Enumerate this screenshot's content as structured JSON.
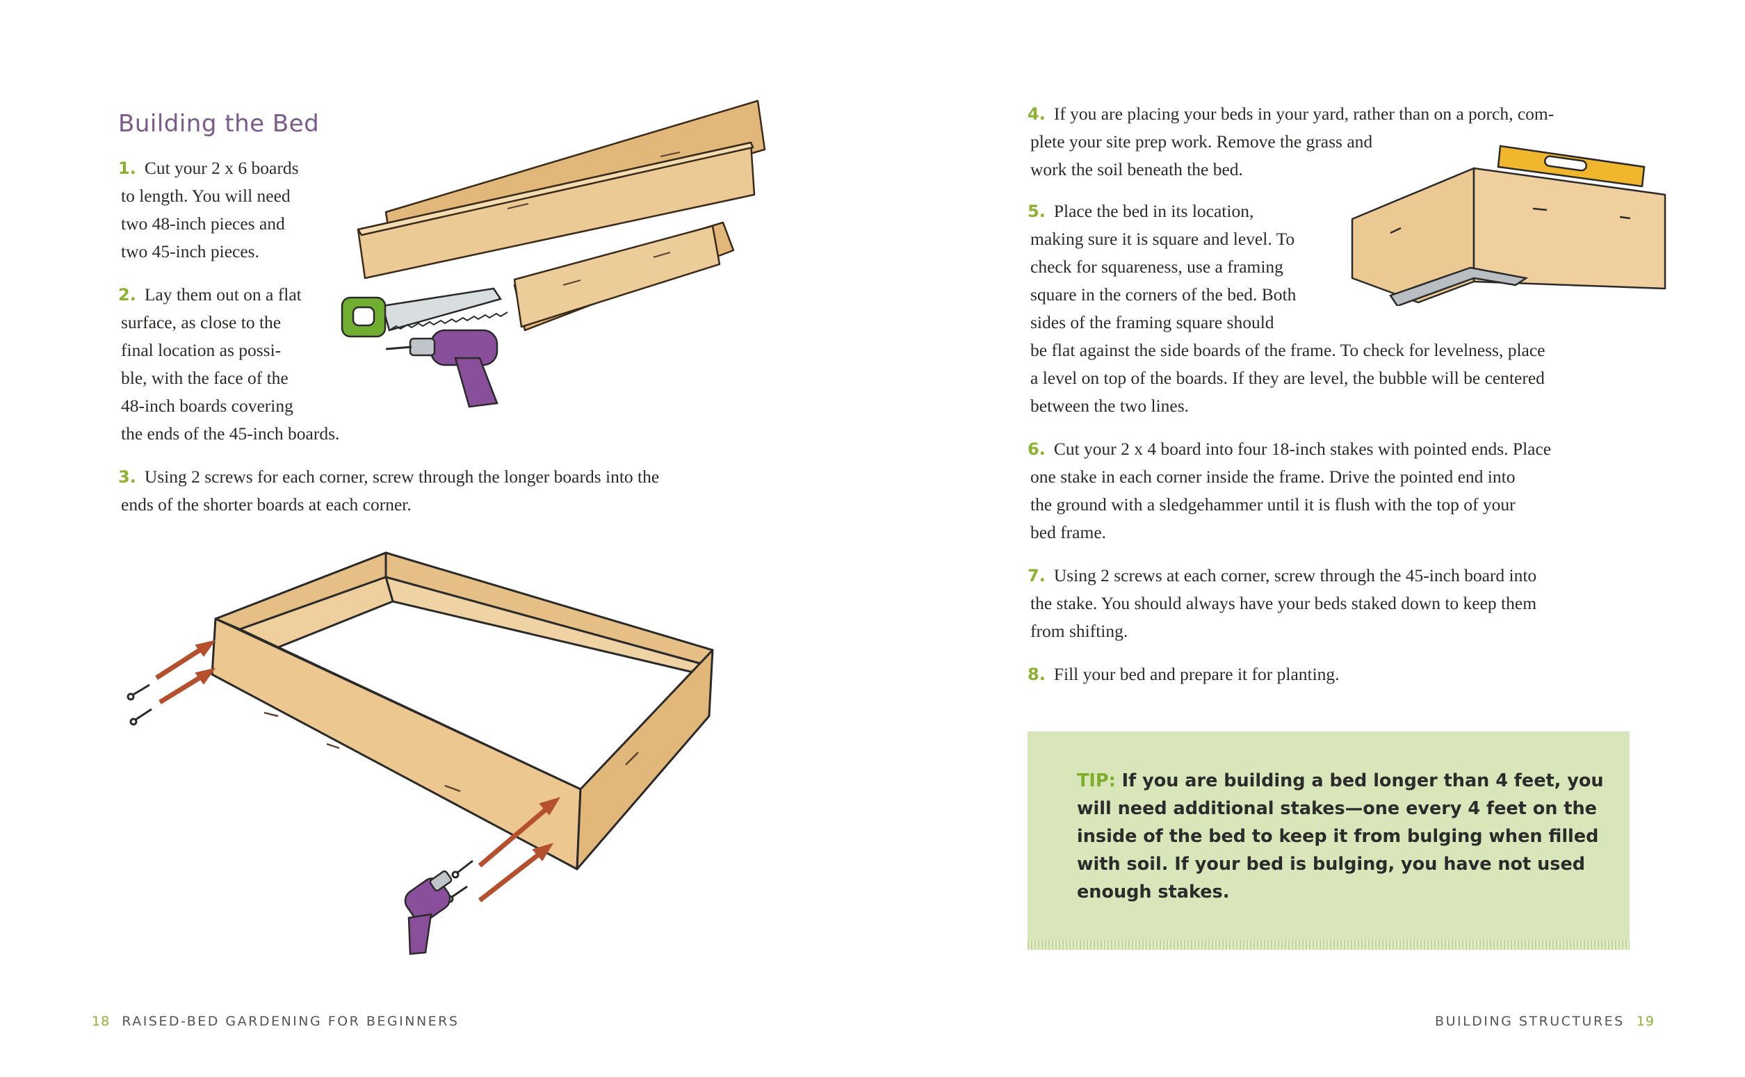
{
  "left_page": {
    "heading": "Building the Bed",
    "steps": {
      "s1": {
        "num": "1.",
        "lines": [
          "Cut your 2 x 6 boards",
          "to length. You will need",
          "two 48-inch pieces and",
          "two 45-inch pieces."
        ]
      },
      "s2": {
        "num": "2.",
        "lines": [
          "Lay them out on a flat",
          "surface, as close to the",
          "final location as possi-",
          "ble, with the face of the",
          "48-inch boards covering",
          "the ends of the 45-inch boards."
        ]
      },
      "s3": {
        "num": "3.",
        "lines": [
          "Using 2 screws for each corner, screw through the longer boards into the",
          "ends of the shorter boards at each corner."
        ]
      }
    },
    "footer": {
      "page_number": "18",
      "title": "RAISED-BED GARDENING FOR BEGINNERS"
    }
  },
  "right_page": {
    "steps": {
      "s4": {
        "num": "4.",
        "lines": [
          "If you are placing your beds in your yard, rather than on a porch, com-",
          "plete your site prep work. Remove the grass and",
          "work the soil beneath the bed."
        ]
      },
      "s5": {
        "num": "5.",
        "lines": [
          "Place the bed in its location,",
          "making sure it is square and level. To",
          "check for squareness, use a framing",
          "square in the corners of the bed. Both",
          "sides of the framing square should",
          "be flat against the side boards of the frame. To check for levelness, place",
          "a level on top of the boards. If they are level, the bubble will be centered",
          "between the two lines."
        ]
      },
      "s6": {
        "num": "6.",
        "lines": [
          "Cut your 2 x 4 board into four 18-inch stakes with pointed ends. Place",
          "one stake in each corner inside the frame. Drive the pointed end into",
          "the ground with a sledgehammer until it is flush with the top of your",
          "bed frame."
        ]
      },
      "s7": {
        "num": "7.",
        "lines": [
          "Using 2 screws at each corner, screw through the 45-inch board into",
          "the stake. You should always have your beds staked down to keep them",
          "from shifting."
        ]
      },
      "s8": {
        "num": "8.",
        "lines": [
          "Fill your bed and prepare it for planting."
        ]
      }
    },
    "tip": {
      "label": "TIP:",
      "lines": [
        "If you are building a bed longer than 4 feet, you",
        "will need additional stakes—one every 4 feet on the",
        "inside of the bed to keep it from bulging when filled",
        "with soil. If your bed is bulging, you have not used",
        "enough stakes."
      ]
    },
    "footer": {
      "title": "BUILDING STRUCTURES",
      "page_number": "19"
    }
  },
  "colors": {
    "heading": "#7a5a8c",
    "step_number": "#8bb230",
    "tip_background": "#d9e6b9",
    "wood": "#e8c48e",
    "drill": "#8a4f9a",
    "arrow": "#b5502e"
  },
  "illustrations": {
    "boards_tools": [
      "boards",
      "saw-icon",
      "drill-icon"
    ],
    "bed_frame": [
      "bed-frame",
      "screw-icon",
      "arrow-icon",
      "drill-icon"
    ],
    "corner_detail": [
      "bed-corner",
      "framing-square-icon",
      "level-icon"
    ]
  }
}
